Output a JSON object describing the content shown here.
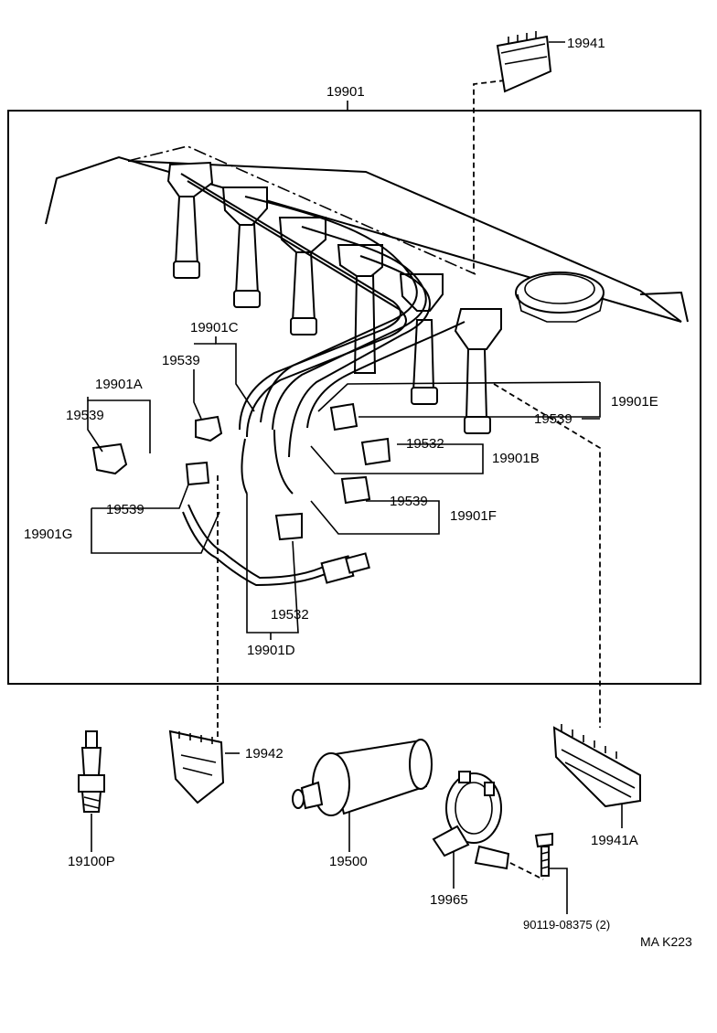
{
  "labels": {
    "p19941": "19941",
    "p19901": "19901",
    "p19901C": "19901C",
    "p19539_c": "19539",
    "p19901A": "19901A",
    "p19539_a": "19539",
    "p19901E": "19901E",
    "p19539_e": "19539",
    "p19532_b": "19532",
    "p19901B": "19901B",
    "p19539_g": "19539",
    "p19901G": "19901G",
    "p19539_f": "19539",
    "p19901F": "19901F",
    "p19532_d": "19532",
    "p19901D": "19901D",
    "p19942": "19942",
    "p19100P": "19100P",
    "p19500": "19500",
    "p19965": "19965",
    "p19941A": "19941A",
    "p90119": "90119-08375 (2)",
    "code": "MA K223"
  }
}
